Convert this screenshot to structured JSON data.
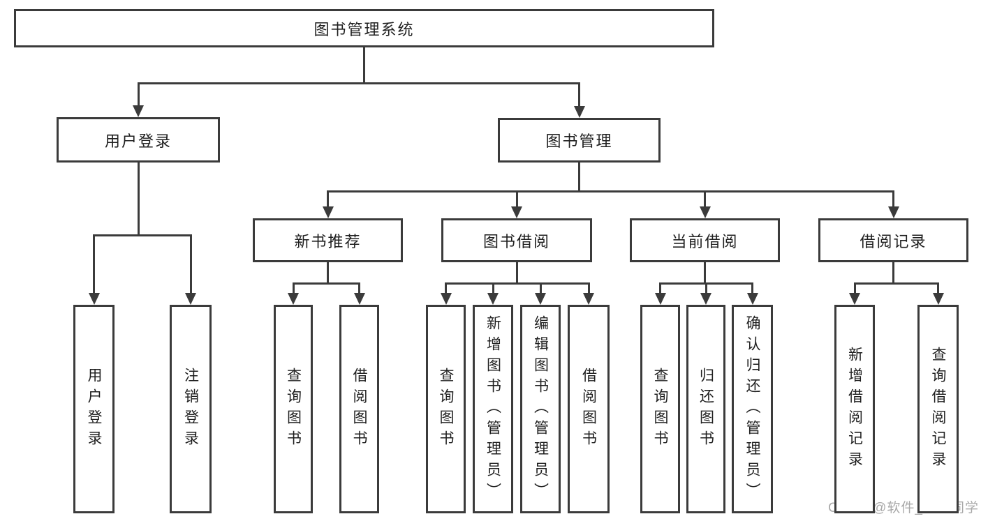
{
  "diagram": {
    "watermark": "CSDN @软件_小贺同学",
    "colors": {
      "line": "#3b3b3b",
      "text": "#1f1f1f",
      "box_bg": "#ffffff",
      "watermark": "#a9a9a9"
    },
    "nodes": [
      {
        "id": "root",
        "label": "图书管理系统"
      },
      {
        "id": "user-login",
        "label": "用户登录"
      },
      {
        "id": "book-mgmt",
        "label": "图书管理"
      },
      {
        "id": "new-book-rec",
        "label": "新书推荐"
      },
      {
        "id": "book-borrow",
        "label": "图书借阅"
      },
      {
        "id": "current-borrow",
        "label": "当前借阅"
      },
      {
        "id": "borrow-records",
        "label": "借阅记录"
      },
      {
        "id": "login",
        "label": "用户登录"
      },
      {
        "id": "logout",
        "label": "注销登录"
      },
      {
        "id": "rec-query-books",
        "label": "查询图书"
      },
      {
        "id": "rec-borrow-books",
        "label": "借阅图书"
      },
      {
        "id": "bb-query-books",
        "label": "查询图书"
      },
      {
        "id": "bb-add-books",
        "label": "新增图书（管理员）"
      },
      {
        "id": "bb-edit-books",
        "label": "编辑图书（管理员）"
      },
      {
        "id": "bb-borrow-books",
        "label": "借阅图书"
      },
      {
        "id": "cb-query-books",
        "label": "查询图书"
      },
      {
        "id": "cb-return-books",
        "label": "归还图书"
      },
      {
        "id": "cb-confirm-return",
        "label": "确认归还（管理员）"
      },
      {
        "id": "br-add-record",
        "label": "新增借阅记录"
      },
      {
        "id": "br-query-record",
        "label": "查询借阅记录"
      }
    ]
  }
}
